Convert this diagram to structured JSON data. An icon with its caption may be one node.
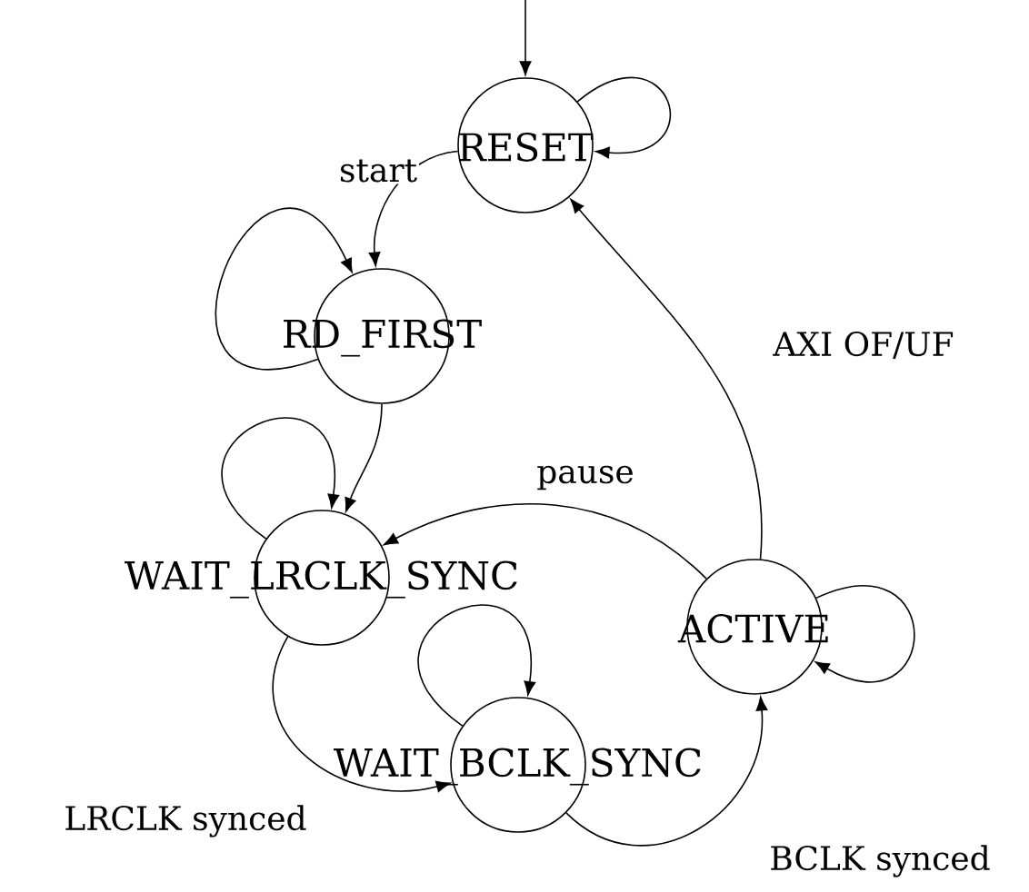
{
  "diagram": {
    "nodes": [
      {
        "text": [
          "RESET"
        ]
      },
      {
        "text": [
          "RD_FIRST"
        ]
      },
      {
        "text": [
          "WAIT_LRCLK_SYNC"
        ]
      },
      {
        "text": [
          "WAIT_BCLK_SYNC"
        ]
      },
      {
        "text": [
          "ACTIVE"
        ]
      }
    ],
    "edges": [
      {
        "from": null,
        "to": 0,
        "arrow": "to"
      },
      {
        "from": 0,
        "to": 0,
        "arrow": "to"
      },
      {
        "from": 0,
        "to": 1,
        "arrow": "to",
        "label": "start"
      },
      {
        "from": 1,
        "to": 1,
        "arrow": "to"
      },
      {
        "from": 1,
        "to": 2,
        "arrow": "to"
      },
      {
        "from": 2,
        "to": 2,
        "arrow": "to"
      },
      {
        "from": 4,
        "to": 2,
        "arrow": "to",
        "label": "pause"
      },
      {
        "from": 2,
        "to": 3,
        "arrow": "to",
        "label": "LRCLK synced"
      },
      {
        "from": 3,
        "to": 3,
        "arrow": "to"
      },
      {
        "from": 3,
        "to": 4,
        "arrow": "to",
        "label": "BCLK synced"
      },
      {
        "from": 4,
        "to": 4,
        "arrow": "to"
      },
      {
        "from": 4,
        "to": 0,
        "arrow": "to",
        "label": "AXI OF/UF"
      }
    ]
  }
}
